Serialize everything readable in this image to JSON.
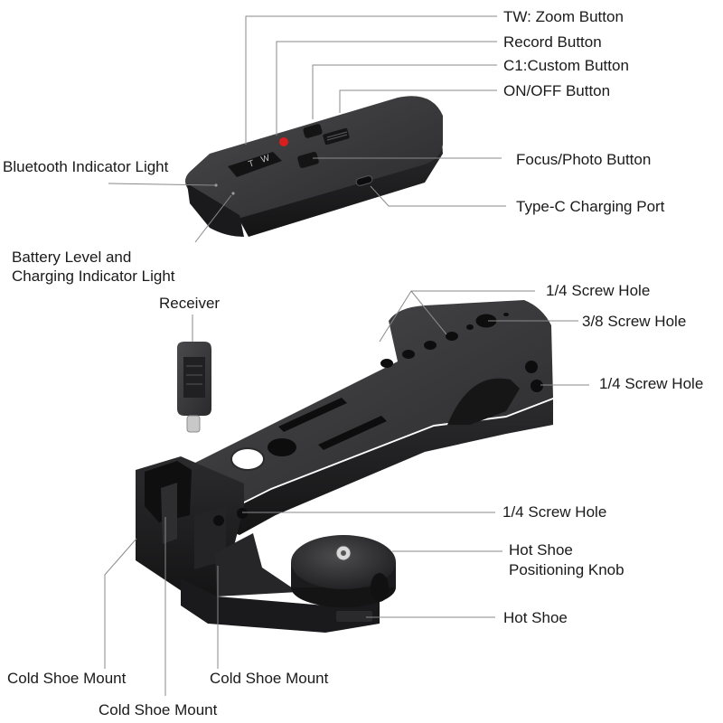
{
  "labels": {
    "tw_zoom": "TW: Zoom Button",
    "record": "Record Button",
    "c1_custom": "C1:Custom Button",
    "on_off": "ON/OFF Button",
    "bluetooth_light": "Bluetooth Indicator Light",
    "focus_photo": "Focus/Photo Button",
    "type_c_port": "Type-C Charging Port",
    "battery_light_line1": "Battery Level and",
    "battery_light_line2": "Charging Indicator Light",
    "receiver": "Receiver",
    "screw_quarter_top": "1/4 Screw Hole",
    "screw_three_eighths": "3/8 Screw Hole",
    "screw_quarter_side": "1/4 Screw Hole",
    "screw_quarter_lower": "1/4 Screw Hole",
    "hot_shoe_knob_line1": "Hot Shoe",
    "hot_shoe_knob_line2": "Positioning Knob",
    "hot_shoe": "Hot Shoe",
    "cold_shoe_left": "Cold Shoe Mount",
    "cold_shoe_middle": "Cold Shoe Mount",
    "cold_shoe_bottom": "Cold Shoe Mount"
  },
  "remote_glyphs": {
    "t": "T",
    "w": "W"
  },
  "colors": {
    "leader_line": "#8a8a8a",
    "body_dark": "#1c1c1e",
    "body_mid": "#2c2c2e",
    "body_light": "#3d3d40",
    "record_red": "#d81e1e",
    "label_text": "#1a1a1a"
  }
}
